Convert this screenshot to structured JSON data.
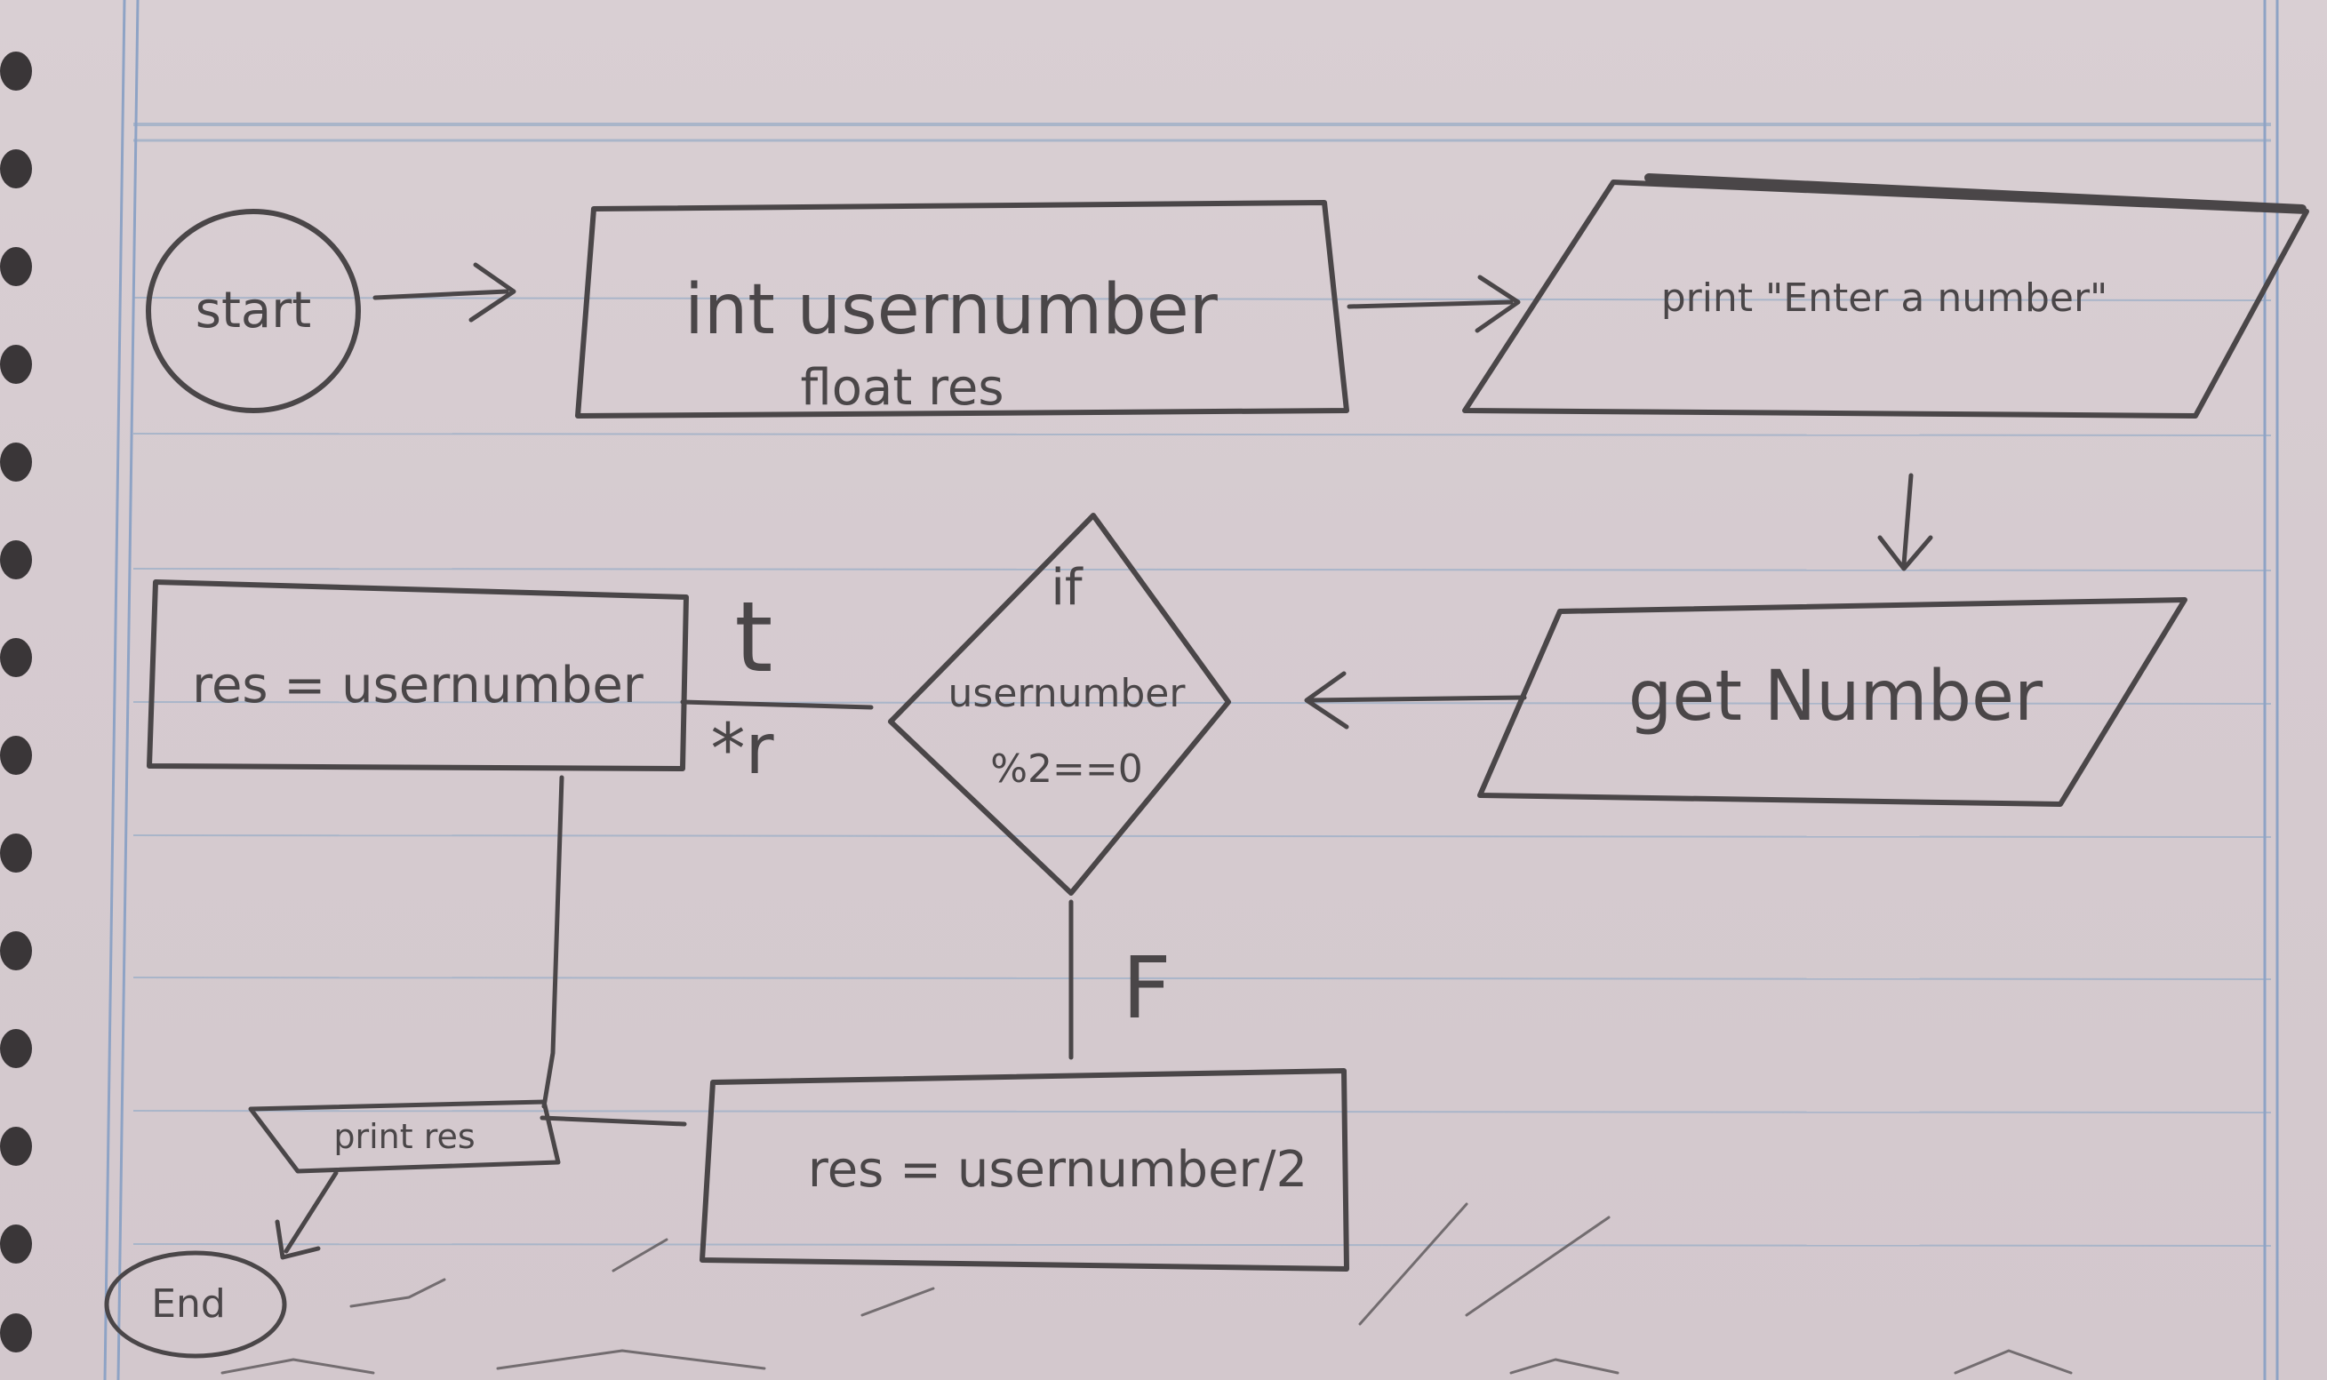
{
  "notebook": {
    "line_color": "#9fb0c8",
    "margin_color": "#8aa2c4",
    "paper_color": "#d8ced2",
    "ink_color": "#4a4648"
  },
  "flowchart": {
    "start": "start",
    "declare_line1": "int usernumber",
    "declare_line2": "float res",
    "print_prompt": "print \"Enter a number\"",
    "input": "get Number",
    "decision_line1": "if",
    "decision_line2": "usernumber",
    "decision_line3": "%2==0",
    "true_label": "t",
    "false_label": "F",
    "true_process": "res = usernumber",
    "true_process_suffix": "*r",
    "false_process": "res = usernumber/2",
    "output": "print res",
    "end": "End"
  }
}
